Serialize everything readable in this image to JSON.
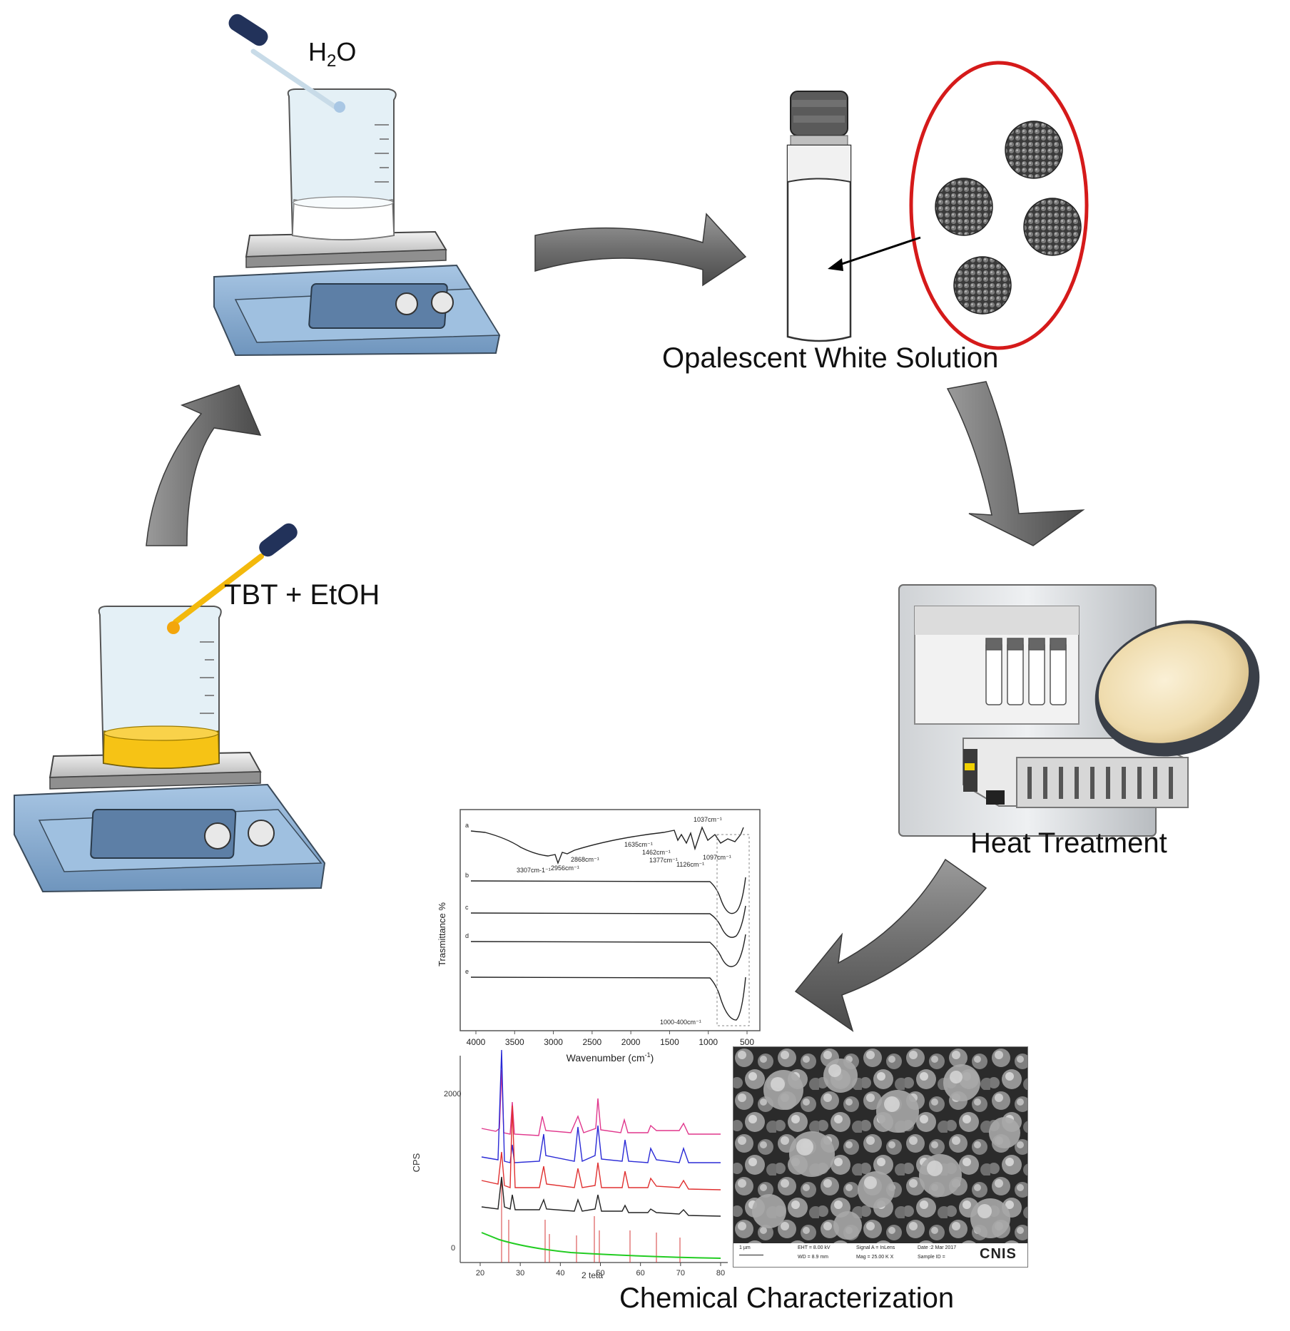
{
  "labels": {
    "water": "H",
    "water_sub": "2",
    "water_tail": "O",
    "precursor": "TBT + EtOH",
    "solution": "Opalescent White Solution",
    "heat": "Heat Treatment",
    "characterization": "Chemical Characterization"
  },
  "ftir": {
    "y_axis_label": "Trasmittance %",
    "x_axis_label_main": "Wavenumber (cm",
    "x_axis_label_sup": "-1",
    "x_axis_label_tail": ")",
    "x_ticks": [
      "4000",
      "3500",
      "3000",
      "2500",
      "2000",
      "1500",
      "1000",
      "500"
    ],
    "series_labels": [
      "a",
      "b",
      "c",
      "d",
      "e"
    ],
    "annotations": [
      "1037cm⁻¹",
      "1635cm⁻¹",
      "1462cm⁻¹",
      "1377cm⁻¹",
      "1126cm⁻¹",
      "1097cm⁻¹",
      "3307cm-1⁻¹",
      "2956cm⁻¹",
      "2868cm⁻¹",
      "1000-400cm⁻¹"
    ]
  },
  "xrd": {
    "y_axis_label": "CPS",
    "x_axis_label": "2 teta",
    "y_ticks": [
      "2000",
      "0"
    ],
    "x_ticks": [
      "20",
      "30",
      "40",
      "50",
      "60",
      "70",
      "80"
    ],
    "series_colors": [
      "#e0368c",
      "#2a2ad6",
      "#e03030",
      "#222222",
      "#22cc22"
    ]
  },
  "sem": {
    "scale": "1 µm",
    "info": [
      "EHT = 8.00 kV",
      "WD = 8.9 mm",
      "Signal A = InLens",
      "Mag = 25.00 K X",
      "Date :2 Mar 2017",
      "Sample ID ="
    ],
    "logo": "CNIS"
  }
}
